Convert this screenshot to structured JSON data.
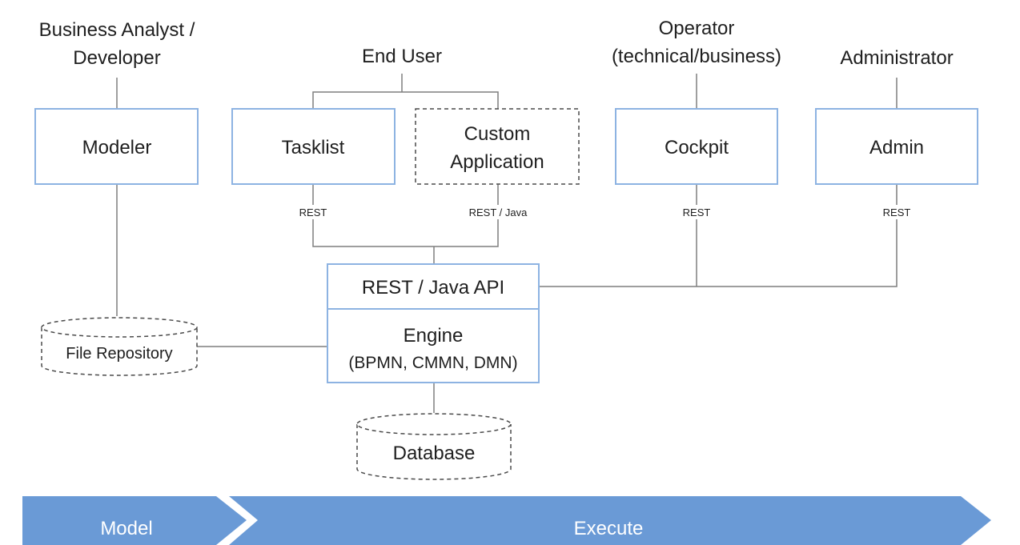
{
  "actors": {
    "business_analyst_line1": "Business Analyst /",
    "business_analyst_line2": "Developer",
    "end_user": "End User",
    "operator_line1": "Operator",
    "operator_line2": "(technical/business)",
    "administrator": "Administrator"
  },
  "boxes": {
    "modeler": "Modeler",
    "tasklist": "Tasklist",
    "custom_application_line1": "Custom",
    "custom_application_line2": "Application",
    "cockpit": "Cockpit",
    "admin": "Admin",
    "rest_java_api": "REST / Java API",
    "engine_line1": "Engine",
    "engine_line2": "(BPMN, CMMN, DMN)"
  },
  "connector_labels": {
    "tasklist": "REST",
    "custom_application": "REST / Java",
    "cockpit": "REST",
    "admin": "REST"
  },
  "stores": {
    "file_repository": "File Repository",
    "database": "Database"
  },
  "phases": {
    "model": "Model",
    "execute": "Execute"
  },
  "colors": {
    "box_border": "#8db3e2",
    "line": "#7f7f7f",
    "arrow_fill": "#6a9ad6",
    "arrow_text": "#ffffff"
  }
}
